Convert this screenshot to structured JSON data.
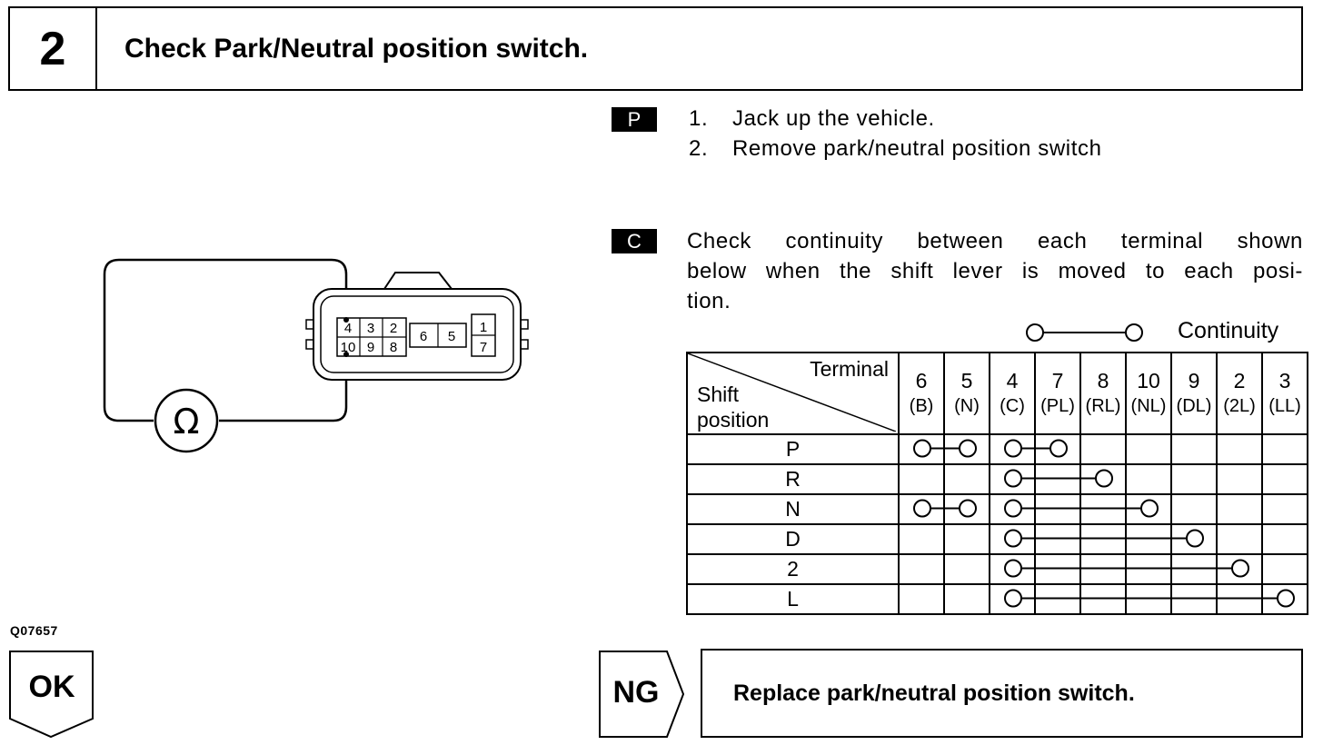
{
  "step": {
    "number": "2",
    "title": "Check Park/Neutral position switch."
  },
  "procedure": {
    "badge": "P",
    "items": [
      {
        "num": "1.",
        "text": "Jack up the vehicle."
      },
      {
        "num": "2.",
        "text": "Remove park/neutral position switch"
      }
    ]
  },
  "check": {
    "badge": "C",
    "lines": [
      "Check continuity between each terminal shown",
      "below when the shift lever is moved to each posi-",
      "tion."
    ]
  },
  "legend": {
    "label": "Continuity"
  },
  "connector": {
    "pins": [
      "4",
      "3",
      "2",
      "6",
      "5",
      "1",
      "10",
      "9",
      "8",
      "7"
    ],
    "meter_symbol": "Ω"
  },
  "table": {
    "corner_terminal": "Terminal",
    "corner_shift": "Shift",
    "corner_position": "position",
    "terminals": [
      {
        "num": "6",
        "code": "(B)"
      },
      {
        "num": "5",
        "code": "(N)"
      },
      {
        "num": "4",
        "code": "(C)"
      },
      {
        "num": "7",
        "code": "(PL)"
      },
      {
        "num": "8",
        "code": "(RL)"
      },
      {
        "num": "10",
        "code": "(NL)"
      },
      {
        "num": "9",
        "code": "(DL)"
      },
      {
        "num": "2",
        "code": "(2L)"
      },
      {
        "num": "3",
        "code": "(LL)"
      }
    ],
    "rows": [
      {
        "position": "P",
        "links": [
          [
            0,
            1
          ],
          [
            2,
            3
          ]
        ]
      },
      {
        "position": "R",
        "links": [
          [
            2,
            4
          ]
        ]
      },
      {
        "position": "N",
        "links": [
          [
            0,
            1
          ],
          [
            2,
            5
          ]
        ]
      },
      {
        "position": "D",
        "links": [
          [
            2,
            6
          ]
        ]
      },
      {
        "position": "2",
        "links": [
          [
            2,
            7
          ]
        ]
      },
      {
        "position": "L",
        "links": [
          [
            2,
            8
          ]
        ]
      }
    ]
  },
  "figure_id": "Q07657",
  "ok_label": "OK",
  "ng_label": "NG",
  "ng_action": "Replace park/neutral position switch."
}
